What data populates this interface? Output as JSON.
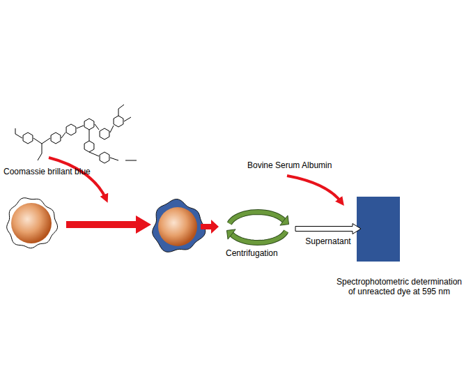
{
  "diagram": {
    "nodes": [
      {
        "text": [
          "Coomassie brillant blue"
        ]
      },
      {
        "text": [
          "Centrifugation"
        ]
      },
      {
        "text": [
          "Spectrophotometric determination of unreacted dye at 595 nm"
        ]
      }
    ],
    "edges": [
      {
        "from": 1,
        "to": 2,
        "label": "Supernatant",
        "arrow": "to"
      }
    ],
    "labels": [
      "Bovine Serum Albumin"
    ]
  }
}
